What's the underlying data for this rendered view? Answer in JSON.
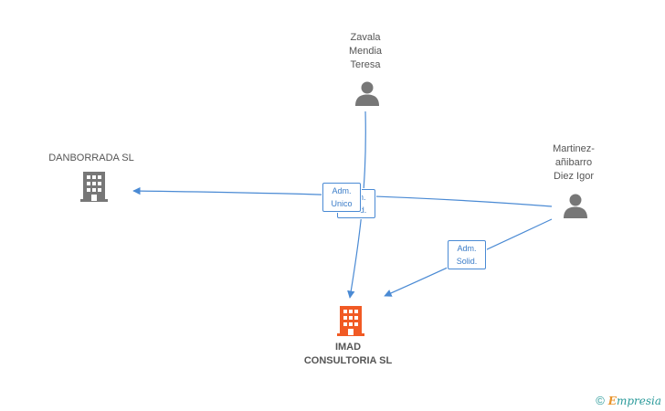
{
  "nodes": {
    "zavala": {
      "label": "Zavala\nMendia\nTeresa",
      "type": "person"
    },
    "martinez": {
      "label": "Martinez-\nañibarro\nDiez Igor",
      "type": "person"
    },
    "danborrada": {
      "label": "DANBORRADA SL",
      "type": "company"
    },
    "imad": {
      "label": "IMAD\nCONSULTORIA SL",
      "type": "company",
      "color": "#f15a24"
    }
  },
  "edges": [
    {
      "id": "zavala-imad",
      "label": "Adm.\nSolid."
    },
    {
      "id": "martinez-danborrada",
      "label": "Adm.\nUnico"
    },
    {
      "id": "martinez-imad",
      "label": "Adm.\nSolid."
    }
  ],
  "colors": {
    "edge": "#4a8ad4",
    "person": "#777777",
    "company": "#777777",
    "main": "#f15a24"
  },
  "footer": {
    "copyright": "©",
    "brand_e": "E",
    "brand_rest": "mpresia"
  }
}
